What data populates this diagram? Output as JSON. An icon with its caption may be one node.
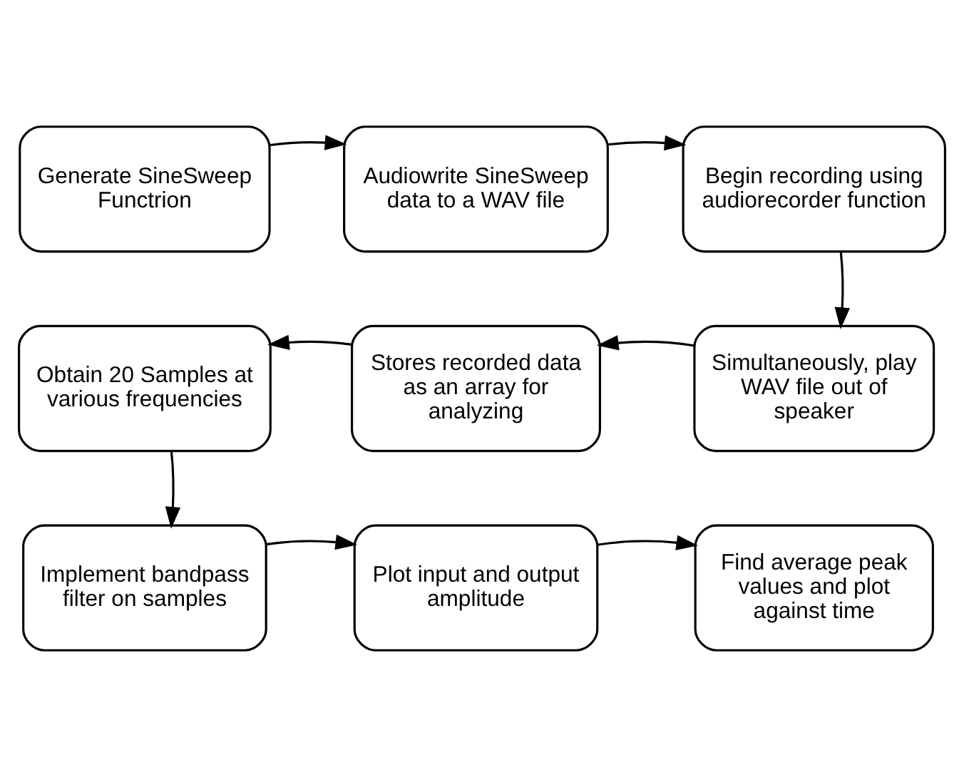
{
  "diagram": {
    "nodes": [
      {
        "text": [
          "Generate SineSweep Functrion"
        ]
      },
      {
        "text": [
          "Audiowrite SineSweep data to a WAV file"
        ]
      },
      {
        "text": [
          "Begin recording using audiorecorder function"
        ]
      },
      {
        "text": [
          "Obtain 20 Samples at various frequencies"
        ]
      },
      {
        "text": [
          "Stores recorded data as an array for analyzing"
        ]
      },
      {
        "text": [
          "Simultaneously, play WAV file out of speaker"
        ]
      },
      {
        "text": [
          "Implement bandpass filter on samples"
        ]
      },
      {
        "text": [
          "Plot input and output amplitude"
        ]
      },
      {
        "text": [
          "Find average peak values and plot against time"
        ]
      }
    ],
    "edges": [
      {
        "from": 0,
        "to": 1,
        "arrow": "to"
      },
      {
        "from": 1,
        "to": 2,
        "arrow": "to"
      },
      {
        "from": 2,
        "to": 5,
        "arrow": "to"
      },
      {
        "from": 5,
        "to": 4,
        "arrow": "to"
      },
      {
        "from": 4,
        "to": 3,
        "arrow": "to"
      },
      {
        "from": 3,
        "to": 6,
        "arrow": "to"
      },
      {
        "from": 6,
        "to": 7,
        "arrow": "to"
      },
      {
        "from": 7,
        "to": 8,
        "arrow": "to"
      }
    ]
  }
}
